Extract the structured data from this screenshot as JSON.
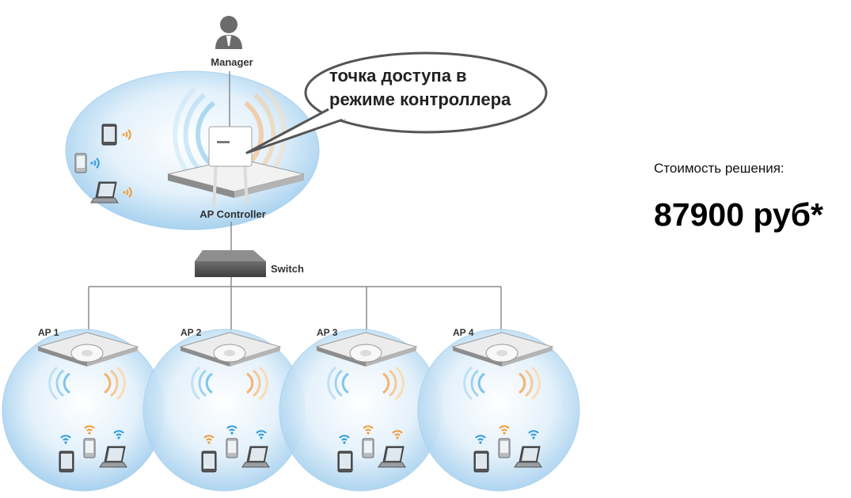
{
  "diagram": {
    "manager_label": "Manager",
    "bubble_line1": "точка доступа в",
    "bubble_line2": "режиме контроллера",
    "controller_label": "AP Controller",
    "switch_label": "Switch",
    "access_points": [
      {
        "label": "AP 1"
      },
      {
        "label": "AP 2"
      },
      {
        "label": "AP 3"
      },
      {
        "label": "AP 4"
      }
    ],
    "colors": {
      "bubble_fill": "#cfe7f6",
      "wifi_blue": "#3aa0d8",
      "wifi_orange": "#f0a040",
      "line_gray": "#8a8a8a"
    }
  },
  "price": {
    "caption": "Стоимость решения:",
    "value": "87900 руб*"
  }
}
